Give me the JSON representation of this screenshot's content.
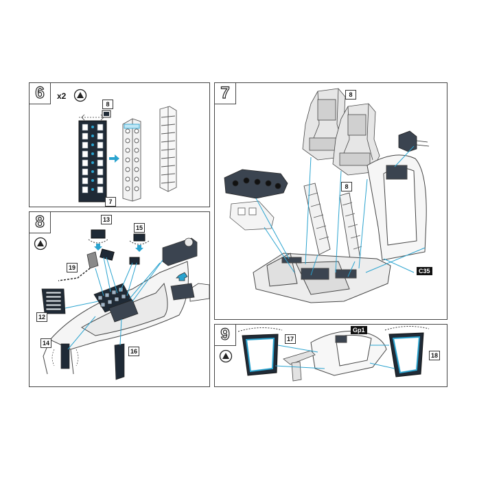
{
  "steps": [
    {
      "number": "6",
      "multiplier": "x2",
      "callouts": [
        "8",
        "7"
      ]
    },
    {
      "number": "7",
      "callouts": [
        "8",
        "8"
      ],
      "ref": "C35"
    },
    {
      "number": "8",
      "callouts": [
        "13",
        "15",
        "19",
        "12",
        "14",
        "16"
      ]
    },
    {
      "number": "9",
      "callouts": [
        "17",
        "18"
      ],
      "ref": "Gp1"
    }
  ],
  "colors": {
    "accent": "#2aa3cf",
    "line": "#444444",
    "dark": "#1f2a36"
  }
}
